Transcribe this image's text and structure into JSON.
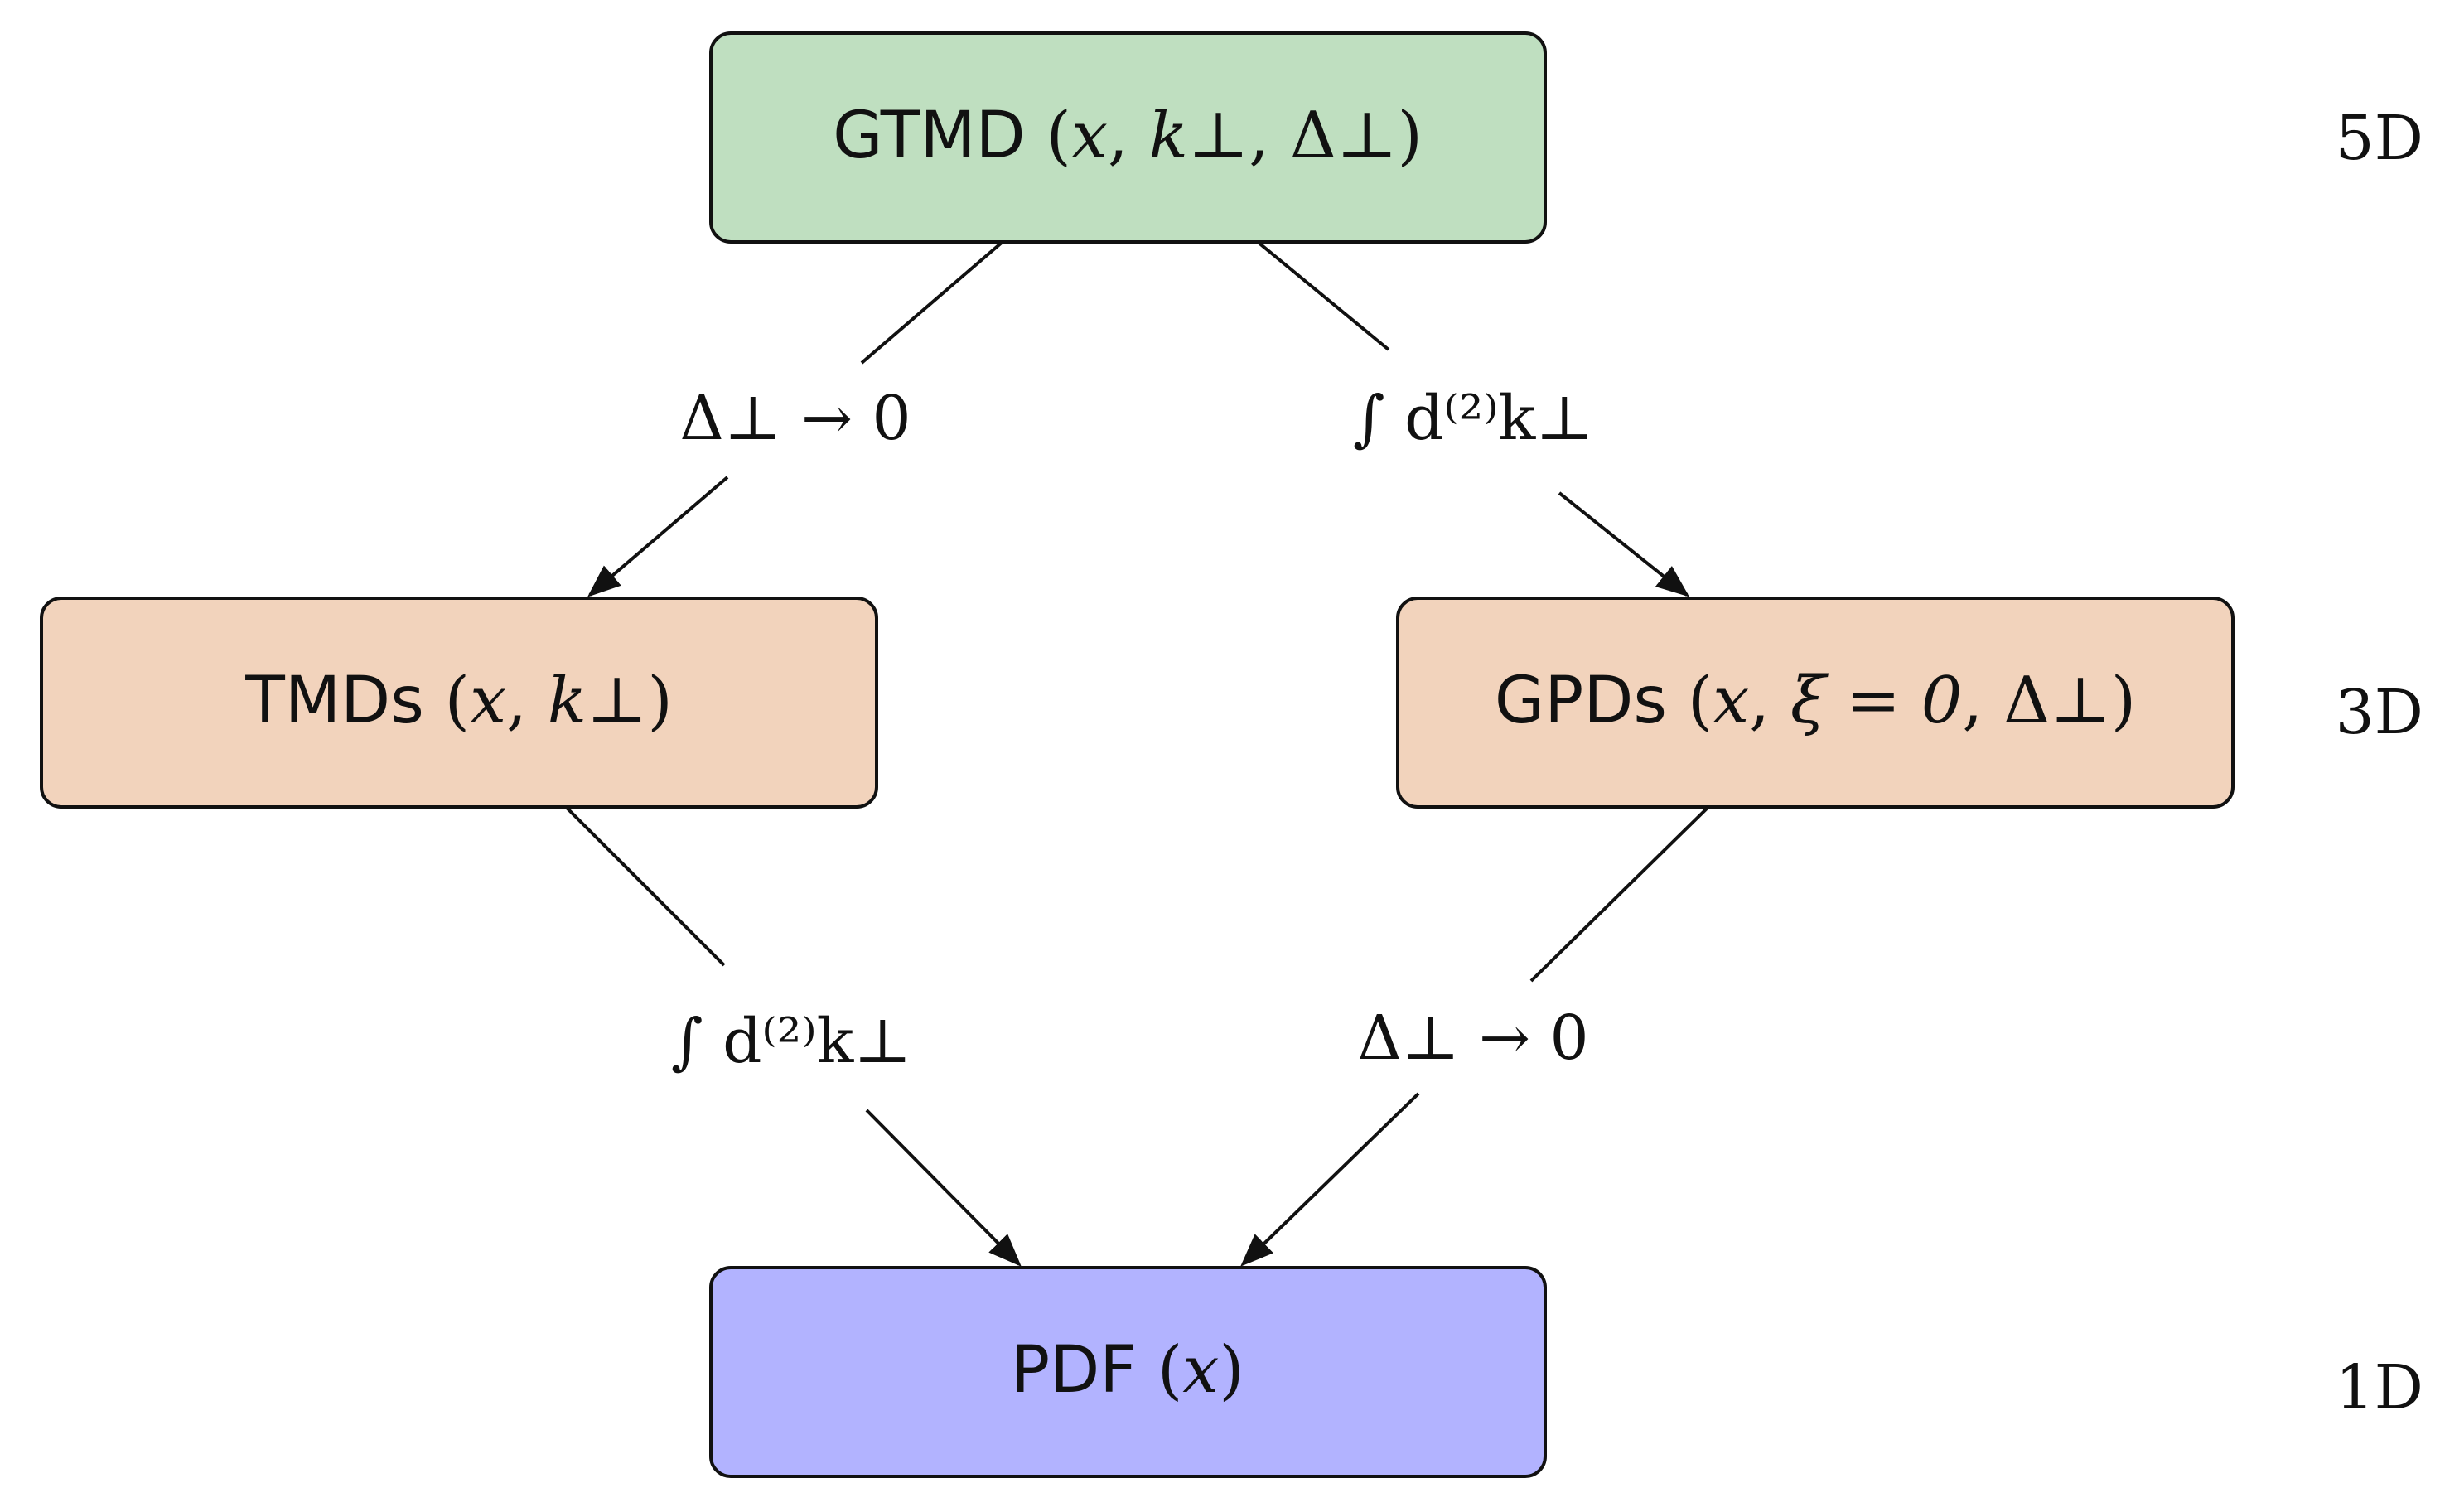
{
  "colors": {
    "gtmd_fill": "#bfdfc0",
    "mid_fill": "#f2d3bc",
    "pdf_fill": "#b2b3ff",
    "stroke": "#111111"
  },
  "nodes": {
    "gtmd": {
      "name": "GTMD",
      "args": [
        "x",
        "k⊥",
        "Δ⊥"
      ]
    },
    "tmds": {
      "name": "TMDs",
      "args": [
        "x",
        "k⊥"
      ]
    },
    "gpds": {
      "name": "GPDs",
      "args": [
        "x",
        "ξ = 0",
        "Δ⊥"
      ]
    },
    "pdf": {
      "name": "PDF",
      "args": [
        "x"
      ]
    }
  },
  "edges": {
    "gtmd_to_tmds": "Δ⊥ → 0",
    "gtmd_to_gpds": "∫ d⁽²⁾k⊥",
    "tmds_to_pdf": "∫ d⁽²⁾k⊥",
    "gpds_to_pdf": "Δ⊥ → 0"
  },
  "dimensions": {
    "top": "5D",
    "middle": "3D",
    "bottom": "1D"
  }
}
